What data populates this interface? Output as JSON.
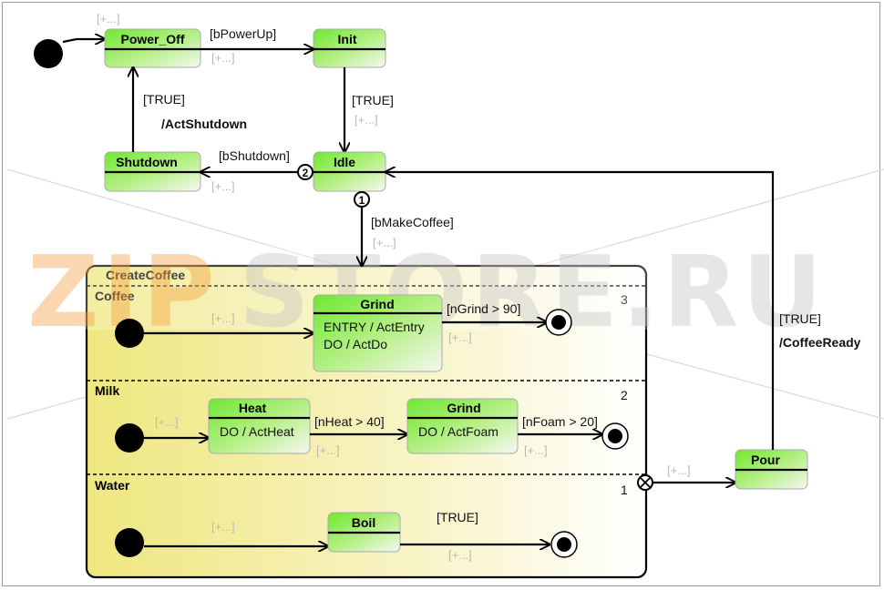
{
  "colors": {
    "state_fill_top": "#7bea3c",
    "state_fill_bottom": "#f4f7ee",
    "composite_fill_left": "#f0ea8c",
    "composite_fill_right": "#ffffff",
    "line": "#000000",
    "ghost_text": "#b8b8b8",
    "watermark_orange": "#f2a64f",
    "watermark_gray": "#c8c8c8"
  },
  "watermark": {
    "part1": "ZIP",
    "part2": "STORE.RU"
  },
  "states": {
    "power_off": "Power_Off",
    "init": "Init",
    "shutdown": "Shutdown",
    "idle": "Idle",
    "pour": "Pour"
  },
  "composite": {
    "name": "CreateCoffee",
    "regions": {
      "coffee": {
        "name": "Coffee",
        "priority": "3"
      },
      "milk": {
        "name": "Milk",
        "priority": "2"
      },
      "water": {
        "name": "Water",
        "priority": "1"
      }
    },
    "grind_coffee": {
      "name": "Grind",
      "entry": "ENTRY / ActEntry",
      "do": "DO / ActDo"
    },
    "heat": {
      "name": "Heat",
      "do": "DO / ActHeat"
    },
    "grind_milk": {
      "name": "Grind",
      "do": "DO / ActFoam"
    },
    "boil": {
      "name": "Boil"
    }
  },
  "transitions": {
    "power_up": "[bPowerUp]",
    "init_idle": "[TRUE]",
    "shutdown_guard": "[TRUE]",
    "shutdown_action": "/ActShutdown",
    "b_shutdown": "[bShutdown]",
    "make_coffee": "[bMakeCoffee]",
    "n_grind": "[nGrind > 90]",
    "n_heat": "[nHeat > 40]",
    "n_foam": "[nFoam > 20]",
    "boil_done": "[TRUE]",
    "pour_guard": "[TRUE]",
    "pour_action": "/CoffeeReady",
    "ghost": "[+...]"
  },
  "markers": {
    "idle_exit_1": "1",
    "idle_exit_2": "2"
  }
}
